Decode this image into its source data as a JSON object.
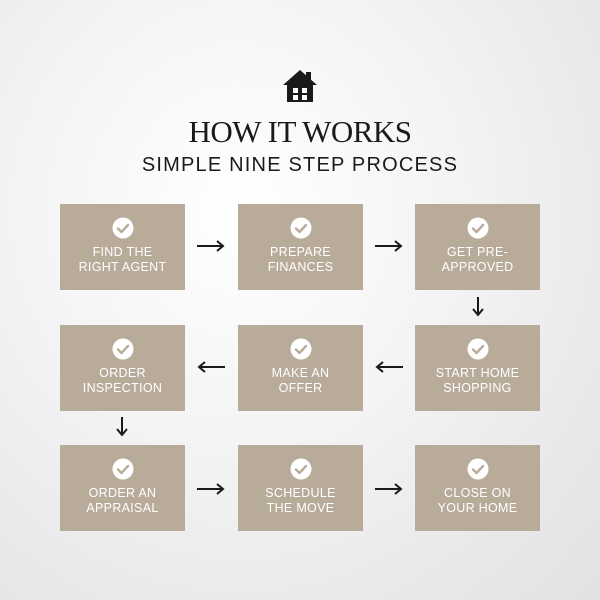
{
  "header": {
    "icon": "house-icon",
    "title": "HOW IT WORKS",
    "subtitle": "SIMPLE NINE STEP PROCESS"
  },
  "colors": {
    "card_background": "#b9ab99",
    "card_text": "#ffffff",
    "heading_text": "#1a1a1a",
    "arrow": "#1a1a1a"
  },
  "steps": [
    {
      "label": "FIND THE\nRIGHT AGENT",
      "icon": "check-circle-icon"
    },
    {
      "label": "PREPARE\nFINANCES",
      "icon": "check-circle-icon"
    },
    {
      "label": "GET PRE-\nAPPROVED",
      "icon": "check-circle-icon"
    },
    {
      "label": "START HOME\nSHOPPING",
      "icon": "check-circle-icon"
    },
    {
      "label": "MAKE AN\nOFFER",
      "icon": "check-circle-icon"
    },
    {
      "label": "ORDER\nINSPECTION",
      "icon": "check-circle-icon"
    },
    {
      "label": "ORDER AN\nAPPRAISAL",
      "icon": "check-circle-icon"
    },
    {
      "label": "SCHEDULE\nTHE MOVE",
      "icon": "check-circle-icon"
    },
    {
      "label": "CLOSE ON\nYOUR HOME",
      "icon": "check-circle-icon"
    }
  ]
}
